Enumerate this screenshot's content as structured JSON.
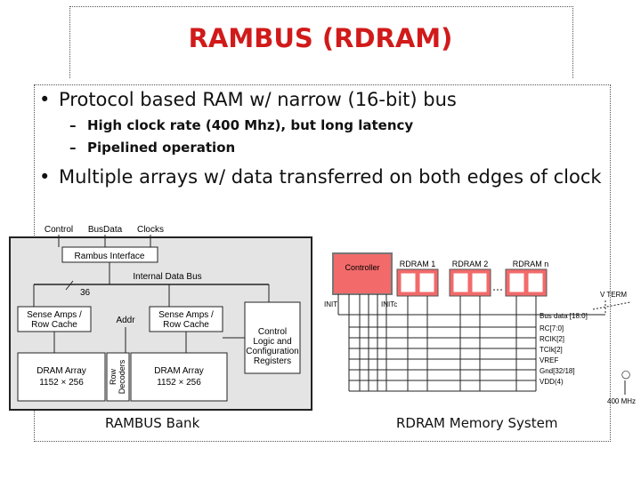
{
  "slide": {
    "title": "RAMBUS (RDRAM)",
    "bullet1": "Protocol based RAM w/ narrow (16-bit) bus",
    "sub1": "High clock rate (400 Mhz), but long latency",
    "sub2": "Pipelined operation",
    "bullet2": "Multiple arrays w/ data transferred on both edges of clock",
    "caption_left": "RAMBUS Bank",
    "caption_right": "RDRAM Memory System",
    "title_color": "#d11a1a"
  },
  "bank": {
    "inputs": [
      "Control",
      "BusData",
      "Clocks"
    ],
    "interface": "Rambus Interface",
    "internal_bus": "Internal Data Bus",
    "width": "36",
    "sense_left_1": "Sense Amps /",
    "sense_left_2": "Row Cache",
    "addr": "Addr",
    "sense_right_1": "Sense Amps /",
    "sense_right_2": "Row Cache",
    "control_1": "Control",
    "control_2": "Logic and",
    "control_3": "Configuration",
    "control_4": "Registers",
    "dram_left_1": "DRAM Array",
    "dram_left_2": "1152 × 256",
    "row_dec_1": "Row",
    "row_dec_2": "Decoders",
    "dram_right_1": "DRAM Array",
    "dram_right_2": "1152 × 256"
  },
  "system": {
    "controller": "Controller",
    "chips": [
      "RDRAM 1",
      "RDRAM 2",
      "RDRAM n"
    ],
    "init": "INIT",
    "initc": "INITc",
    "signals": [
      "Bus data [18:0]",
      "RC[7:0]",
      "RCIK[2]",
      "TCIk[2]",
      "VREF",
      "Gnd[32/18]",
      "VDD(4)"
    ],
    "vterm": "V TERM",
    "freq": "400 MHz",
    "controller_color": "#f26a6a",
    "chip_color": "#f26a6a"
  }
}
